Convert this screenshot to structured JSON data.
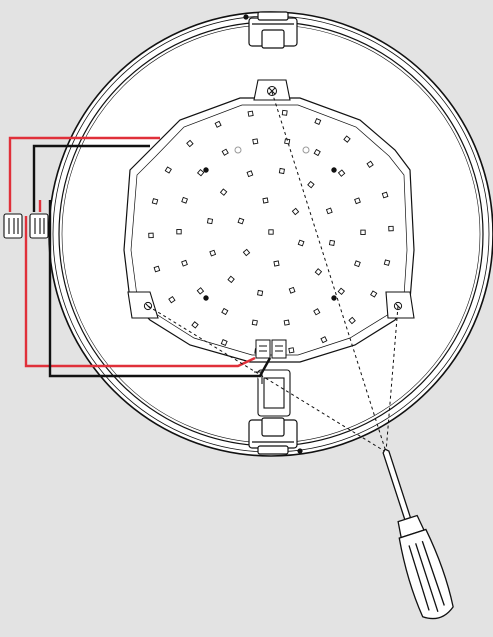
{
  "diagram": {
    "kind": "installation-illustration",
    "texts": [],
    "colors": {
      "background": "#e3e3e3",
      "fixture_face": "#ffffff",
      "line": "#111111",
      "live_wire": "#e0303a",
      "neutral_wire": "#111111"
    },
    "parts": {
      "fixture": "round-led-ceiling-light",
      "led_module": "circular-led-board",
      "mounting_screws": 3,
      "terminal_blocks": 2,
      "supply_wires": [
        "red",
        "black"
      ],
      "tool": "screwdriver-icon"
    }
  }
}
